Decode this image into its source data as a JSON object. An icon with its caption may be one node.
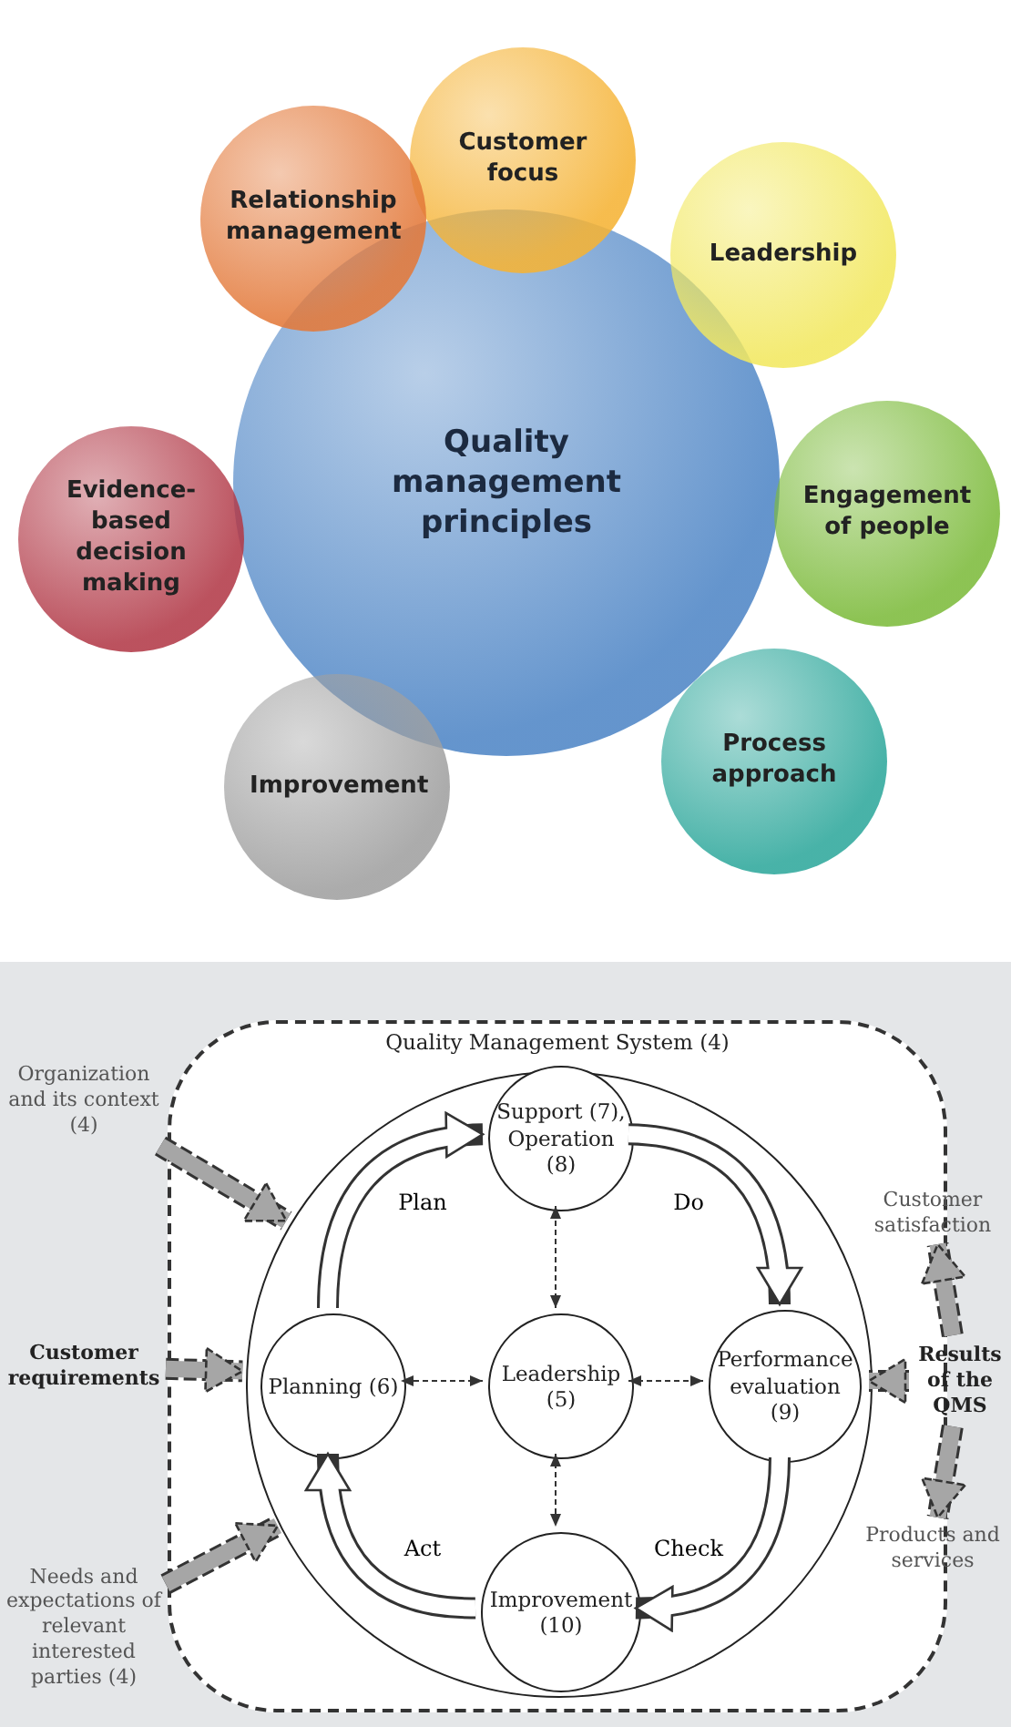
{
  "diagram": {
    "nodes": [
      {
        "text": [
          "Quality management principles"
        ]
      },
      {
        "text": [
          "Customer focus"
        ]
      },
      {
        "text": [
          "Leadership"
        ]
      },
      {
        "text": [
          "Engagement of people"
        ]
      },
      {
        "text": [
          "Process approach"
        ]
      },
      {
        "text": [
          "Improvement"
        ]
      },
      {
        "text": [
          "Evidence-based decision making"
        ]
      },
      {
        "text": [
          "Relationship management"
        ]
      },
      {
        "text": [
          "Quality Management System (4)"
        ]
      },
      {
        "text": [],
        "shape": "circle",
        "in": 8
      },
      {
        "text": [
          "Support (7), Operation (8)"
        ],
        "in": 9
      },
      {
        "text": [
          "Planning (6)"
        ],
        "in": 9
      },
      {
        "text": [
          "Leadership (5)"
        ],
        "in": 9
      },
      {
        "text": [
          "Performance evaluation (9)"
        ],
        "in": 9
      },
      {
        "text": [
          "Improvement (10)"
        ],
        "in": 9
      },
      {
        "text": [
          "Organization and its context (4)"
        ]
      },
      {
        "text": [
          "Customer requirements"
        ]
      },
      {
        "text": [
          "Needs and expectations of relevant interested parties (4)"
        ]
      },
      {
        "text": [
          "Customer satisfaction"
        ]
      },
      {
        "text": [
          "Results of the QMS"
        ]
      },
      {
        "text": [
          "Products and services"
        ]
      }
    ],
    "edges": [
      {
        "from": 11,
        "to": 10,
        "arrow": "to",
        "label": "Plan"
      },
      {
        "from": 10,
        "to": 13,
        "arrow": "to",
        "label": "Do"
      },
      {
        "from": 13,
        "to": 14,
        "arrow": "to",
        "label": "Check"
      },
      {
        "from": 14,
        "to": 11,
        "arrow": "to",
        "label": "Act"
      },
      {
        "from": 12,
        "to": 10,
        "arrow": "both",
        "style": "dashed"
      },
      {
        "from": 12,
        "to": 11,
        "arrow": "both",
        "style": "dashed"
      },
      {
        "from": 12,
        "to": 13,
        "arrow": "both",
        "style": "dashed"
      },
      {
        "from": 12,
        "to": 14,
        "arrow": "both",
        "style": "dashed"
      },
      {
        "from": 15,
        "to": 9,
        "arrow": "to",
        "color": "#a6a6a6"
      },
      {
        "from": 16,
        "to": 9,
        "arrow": "to",
        "color": "#a6a6a6"
      },
      {
        "from": 17,
        "to": 9,
        "arrow": "to",
        "color": "#a6a6a6"
      },
      {
        "from": 19,
        "to": 9,
        "arrow": "to",
        "color": "#a6a6a6"
      },
      {
        "from": 19,
        "to": 18,
        "arrow": "to",
        "color": "#a6a6a6"
      },
      {
        "from": 19,
        "to": 20,
        "arrow": "to",
        "color": "#a6a6a6"
      }
    ]
  }
}
